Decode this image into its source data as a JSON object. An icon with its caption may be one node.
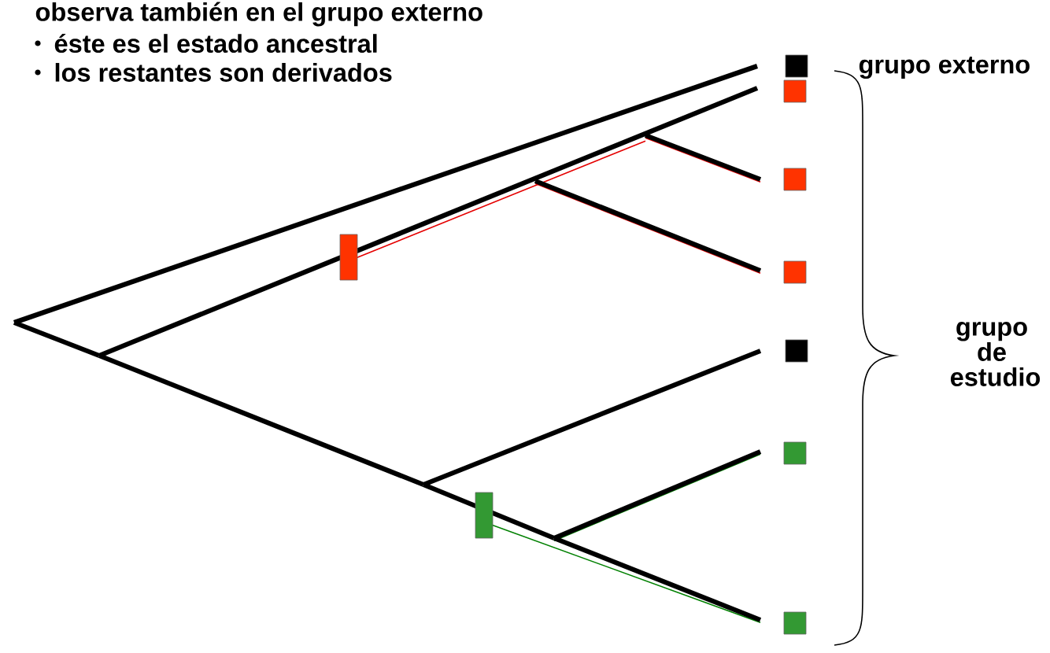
{
  "diagram": {
    "labels": [
      "observa también en el grupo externo",
      "éste es el estado ancestral",
      "los restantes son derivados",
      "grupo externo",
      "grupo de estudio"
    ]
  }
}
